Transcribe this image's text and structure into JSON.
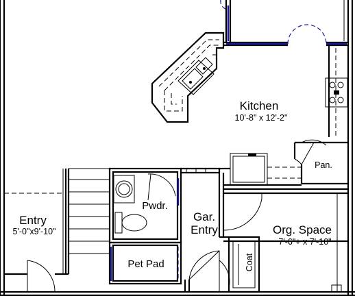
{
  "rooms": {
    "kitchen": {
      "name": "Kitchen",
      "dims": "10'-8\" x 12'-2\""
    },
    "pantry": {
      "name": "Pan."
    },
    "entry": {
      "name": "Entry",
      "dims": "5'-0\"x9'-10\""
    },
    "powder": {
      "name": "Pwdr."
    },
    "garage_entry": {
      "line1": "Gar.",
      "line2": "Entry"
    },
    "org_space": {
      "name": "Org. Space",
      "dims": "7'-6\"+ x 7'-10\""
    },
    "coat": {
      "name": "Coat"
    },
    "pet_pad": {
      "name": "Pet Pad"
    }
  },
  "colors": {
    "wall": "#000000",
    "accent": "#1a1aa0",
    "background": "#ffffff"
  }
}
